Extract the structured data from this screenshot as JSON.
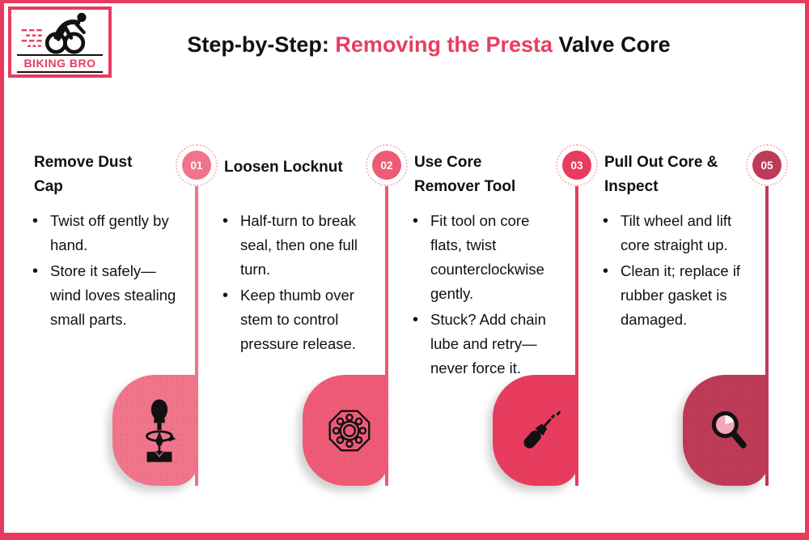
{
  "brand": {
    "name": "BIKING BRO"
  },
  "header": {
    "title_prefix": "Step-by-Step: ",
    "title_highlight": "Removing the Presta",
    "title_suffix": " Valve Core"
  },
  "colors": {
    "frame": "#E93A5E",
    "title_highlight": "#E83D62",
    "step1": "#F0748A",
    "step2": "#EE5B77",
    "step3": "#E83C5F",
    "step4": "#BE3B58",
    "badge_ring": "#F6B8C4"
  },
  "steps": [
    {
      "number": "01",
      "title": "Remove Dust Cap",
      "icon": "dust-cap-twist-icon",
      "color": "#F0748A",
      "bullets": [
        "Twist off gently by hand.",
        "Store it safely—wind loves stealing small parts."
      ]
    },
    {
      "number": "02",
      "title": "Loosen Locknut",
      "icon": "locknut-icon",
      "color": "#EE5B77",
      "bullets": [
        "Half-turn to break seal, then one full turn.",
        "Keep thumb over stem to control pressure release."
      ]
    },
    {
      "number": "03",
      "title": "Use Core Remover Tool",
      "icon": "core-remover-tool-icon",
      "color": "#E83C5F",
      "bullets": [
        "Fit tool on core flats, twist counterclockwise gently.",
        "Stuck? Add chain lube and retry—never force it."
      ]
    },
    {
      "number": "05",
      "title": "Pull Out Core & Inspect",
      "icon": "magnifier-icon",
      "color": "#BE3B58",
      "bullets": [
        "Tilt wheel and lift core straight up.",
        "Clean it; replace if rubber gasket is damaged."
      ]
    }
  ]
}
